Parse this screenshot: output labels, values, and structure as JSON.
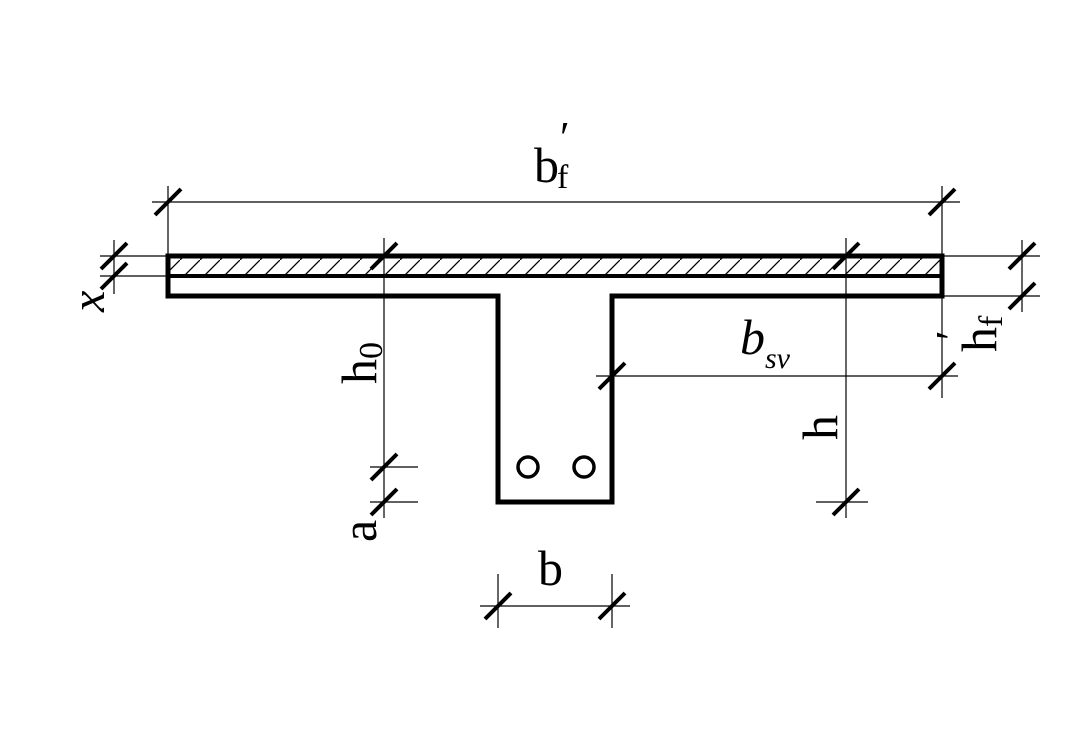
{
  "diagram": {
    "labels": {
      "flange_width": {
        "main": "b",
        "sub": "f",
        "prime": "′"
      },
      "flange_thickness": {
        "main": "h",
        "sub": "f",
        "prime": "′"
      },
      "compression_zone": {
        "main": "x"
      },
      "effective_depth": {
        "main": "h",
        "sub": "0"
      },
      "total_depth": {
        "main": "h"
      },
      "cover": {
        "main": "a"
      },
      "web_width": {
        "main": "b"
      },
      "overhang_width": {
        "main": "b",
        "sub": "sv"
      }
    },
    "colors": {
      "stroke": "#000000",
      "background": "#ffffff"
    }
  }
}
